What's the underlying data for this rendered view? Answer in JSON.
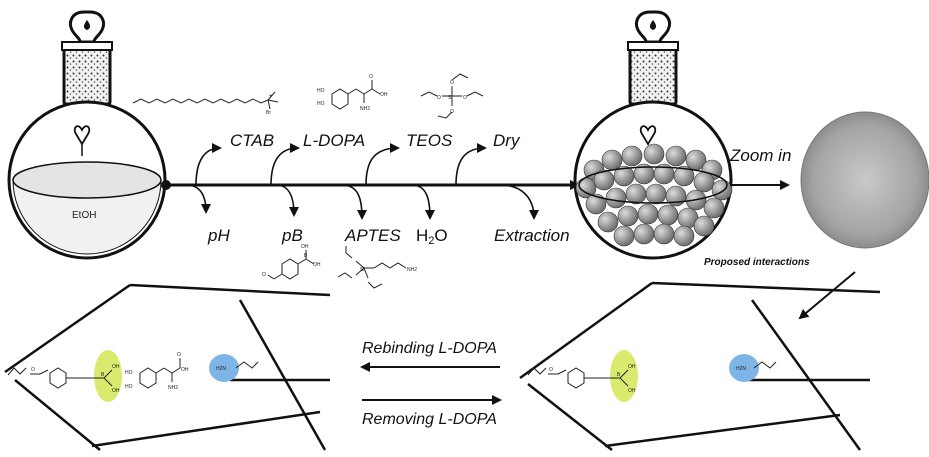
{
  "flask": {
    "solvent_label": "EtOH"
  },
  "synthesis": {
    "start": "CTAB",
    "step2_up": "L-DOPA",
    "step3_up": "TEOS",
    "step4_up": "Dry",
    "step1_down": "pH",
    "step2_down": "pB",
    "step3_down": "APTES",
    "step4_down_main": "H",
    "step4_down_sub": "2",
    "step4_down_tail": "O",
    "step5_down": "Extraction"
  },
  "zoom_label": "Zoom in",
  "interactions_label": "Proposed interactions",
  "process": {
    "rebinding": "Rebinding L-DOPA",
    "removing": "Removing L-DOPA"
  },
  "structures": {
    "cationic_charge": "+",
    "bromide": "Br",
    "ho": "HO",
    "oh": "OH",
    "o": "O",
    "b": "B",
    "si": "Si",
    "nh2": "NH2",
    "h2n": "H2N"
  },
  "colors": {
    "boronate_highlight": "#d9ea6f",
    "amine_highlight": "#7fb5e6",
    "sphere_gray": "#8a8a8a",
    "particle_gray": "#a9a9a9"
  }
}
